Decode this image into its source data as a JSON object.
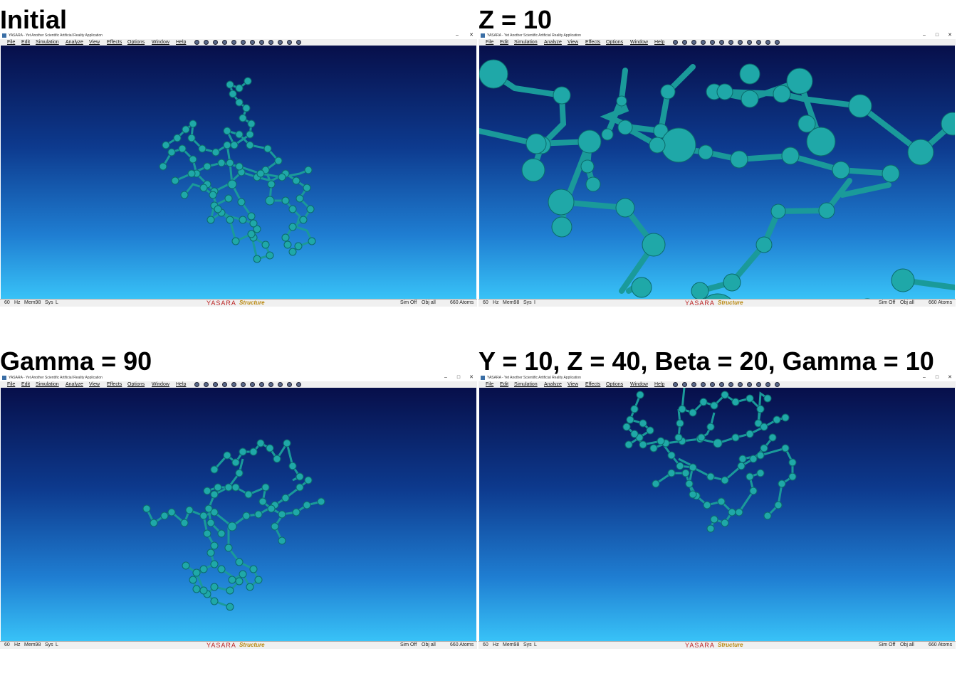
{
  "panels": [
    {
      "label": "Initial",
      "window_title": "YASARA - Yet Another Scientific Artificial Reality Application",
      "menu": [
        "File",
        "Edit",
        "Simulation",
        "Analyze",
        "View",
        "Effects",
        "Options",
        "Window",
        "Help"
      ],
      "status": {
        "hz": "60",
        "hz_unit": "Hz",
        "mem": "Mem98",
        "sys": "Sys",
        "sys_val": "L",
        "logo": "YASARA",
        "logo2": "Structure",
        "sim": "Sim Off",
        "obj": "Obj all",
        "atoms": "660 Atoms"
      }
    },
    {
      "label": "Z = 10",
      "window_title": "YASARA - Yet Another Scientific Artificial Reality Application",
      "menu": [
        "File",
        "Edit",
        "Simulation",
        "Analyze",
        "View",
        "Effects",
        "Options",
        "Window",
        "Help"
      ],
      "status": {
        "hz": "60",
        "hz_unit": "Hz",
        "mem": "Mem98",
        "sys": "Sys",
        "sys_val": "I",
        "logo": "YASARA",
        "logo2": "Structure",
        "sim": "Sim Off",
        "obj": "Obj all",
        "atoms": "660 Atoms"
      }
    },
    {
      "label": "Gamma = 90",
      "window_title": "YASARA - Yet Another Scientific Artificial Reality Application",
      "menu": [
        "File",
        "Edit",
        "Simulation",
        "Analyze",
        "View",
        "Effects",
        "Options",
        "Window",
        "Help"
      ],
      "status": {
        "hz": "60",
        "hz_unit": "Hz",
        "mem": "Mem98",
        "sys": "Sys",
        "sys_val": "L",
        "logo": "YASARA",
        "logo2": "Structure",
        "sim": "Sim Off",
        "obj": "Obj all",
        "atoms": "660 Atoms"
      }
    },
    {
      "label": "Y = 10, Z = 40, Beta = 20, Gamma = 10",
      "window_title": "YASARA - Yet Another Scientific Artificial Reality Application",
      "menu": [
        "File",
        "Edit",
        "Simulation",
        "Analyze",
        "View",
        "Effects",
        "Options",
        "Window",
        "Help"
      ],
      "status": {
        "hz": "60",
        "hz_unit": "Hz",
        "mem": "Mem98",
        "sys": "Sys",
        "sys_val": "L",
        "logo": "YASARA",
        "logo2": "Structure",
        "sim": "Sim Off",
        "obj": "Obj all",
        "atoms": "660 Atoms"
      }
    }
  ],
  "colors": {
    "atom": "#1fa8a8",
    "atom_highlight": "#7ff0f0",
    "bond": "#1a9a9a",
    "bg_top": "#070f4a",
    "bg_bottom": "#38c2f7"
  },
  "icons": [
    "minimize-icon",
    "maximize-icon",
    "close-icon",
    "toolbar-icon"
  ]
}
